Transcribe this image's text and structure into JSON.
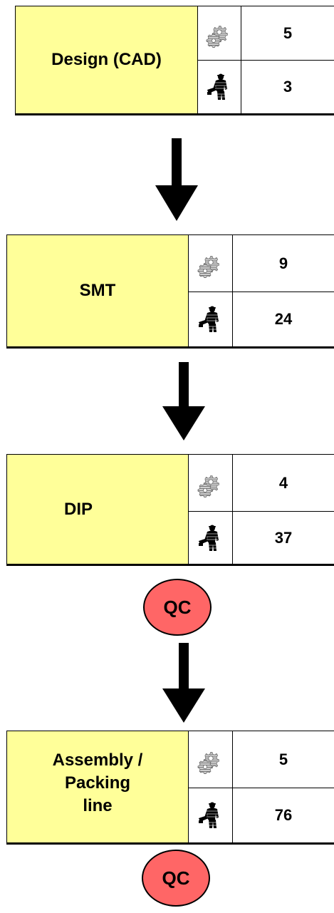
{
  "stages": [
    {
      "label": "Design (CAD)",
      "machines": "5",
      "workers": "3"
    },
    {
      "label": "SMT",
      "machines": "9",
      "workers": "24"
    },
    {
      "label": "DIP",
      "machines": "4",
      "workers": "37"
    },
    {
      "label": "Assembly /\nPacking\n line",
      "machines": "5",
      "workers": "76"
    }
  ],
  "qc": [
    "QC",
    "QC"
  ],
  "icons": {
    "machine": "gears-icon",
    "worker": "worker-icon"
  },
  "colors": {
    "label_fill": "#ffff99",
    "qc_fill": "#ff6666",
    "line": "#000000"
  }
}
